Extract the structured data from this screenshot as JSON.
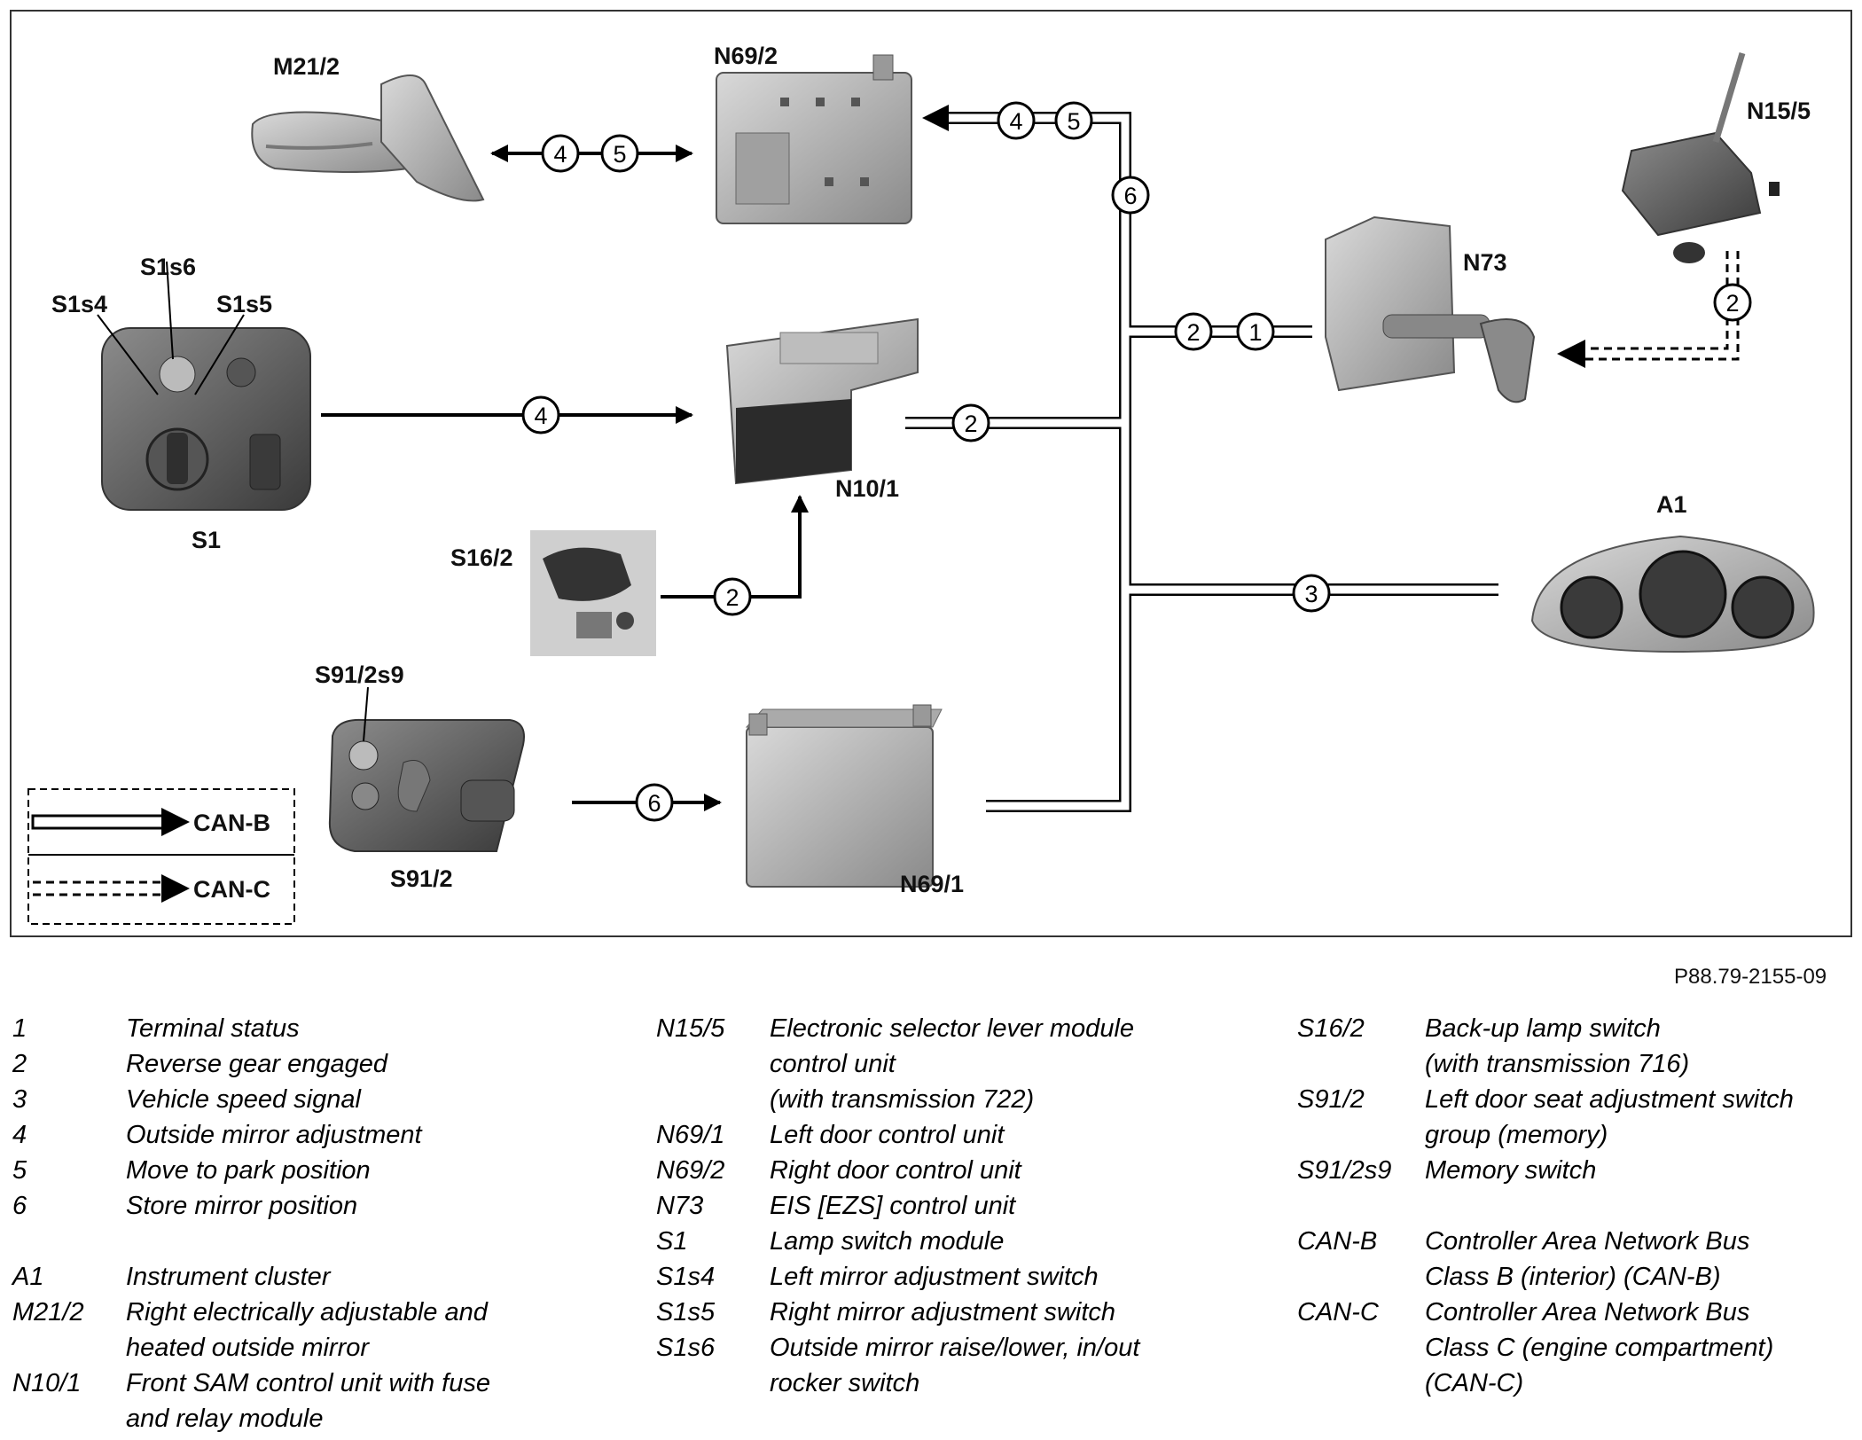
{
  "diagram": {
    "labels": {
      "m21_2": "M21/2",
      "n69_2": "N69/2",
      "n15_5": "N15/5",
      "n73": "N73",
      "s1s6": "S1s6",
      "s1s4": "S1s4",
      "s1s5": "S1s5",
      "s1": "S1",
      "n10_1": "N10/1",
      "s16_2": "S16/2",
      "a1": "A1",
      "s91_2s9": "S91/2s9",
      "s91_2": "S91/2",
      "n69_1": "N69/1"
    },
    "key": {
      "can_b": "CAN-B",
      "can_c": "CAN-C"
    },
    "signal_numbers": [
      "1",
      "2",
      "3",
      "4",
      "5",
      "6"
    ],
    "figure_code": "P88.79-2155-09"
  },
  "legend": {
    "col1": [
      {
        "k": "1",
        "d": "Terminal status"
      },
      {
        "k": "2",
        "d": "Reverse gear engaged"
      },
      {
        "k": "3",
        "d": "Vehicle speed signal"
      },
      {
        "k": "4",
        "d": "Outside mirror adjustment"
      },
      {
        "k": "5",
        "d": "Move to park position"
      },
      {
        "k": "6",
        "d": "Store mirror position"
      },
      {
        "k": "A1",
        "d": "Instrument cluster"
      },
      {
        "k": "M21/2",
        "d": "Right electrically adjustable and",
        "d2": "heated outside mirror"
      },
      {
        "k": "N10/1",
        "d": "Front SAM control unit with fuse",
        "d2": "and relay module"
      }
    ],
    "col2": [
      {
        "k": "N15/5",
        "d": "Electronic selector lever module",
        "d2": "control unit",
        "d3": "(with transmission 722)"
      },
      {
        "k": "N69/1",
        "d": "Left door control unit"
      },
      {
        "k": "N69/2",
        "d": "Right door control unit"
      },
      {
        "k": "N73",
        "d": "EIS [EZS] control unit"
      },
      {
        "k": "S1",
        "d": "Lamp switch module"
      },
      {
        "k": "S1s4",
        "d": "Left mirror adjustment switch"
      },
      {
        "k": "S1s5",
        "d": "Right mirror adjustment switch"
      },
      {
        "k": "S1s6",
        "d": "Outside mirror raise/lower, in/out",
        "d2": "rocker switch"
      }
    ],
    "col3": [
      {
        "k": "S16/2",
        "d": "Back-up lamp switch",
        "d2": "(with transmission  716)"
      },
      {
        "k": "S91/2",
        "d": "Left door seat adjustment switch",
        "d2": "group (memory)"
      },
      {
        "k": "S91/2s9",
        "d": "Memory switch"
      },
      {
        "k": "CAN-B",
        "d": "Controller Area Network Bus",
        "d2": "Class B (interior) (CAN-B)"
      },
      {
        "k": "CAN-C",
        "d": "Controller Area Network Bus",
        "d2": "Class C (engine compartment)",
        "d3": "(CAN-C)"
      }
    ]
  }
}
